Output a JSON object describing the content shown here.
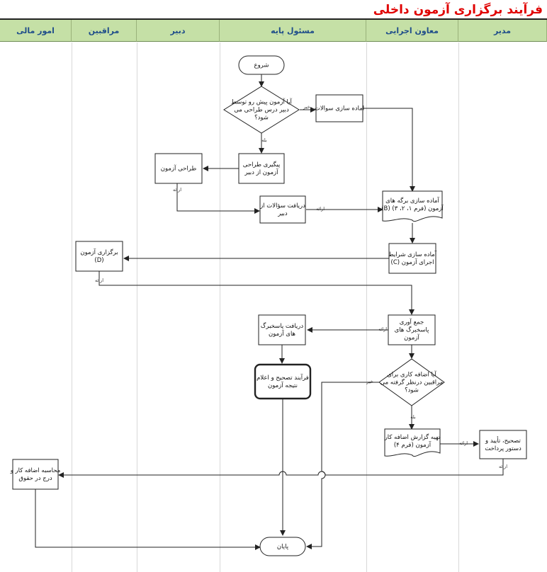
{
  "title": "فرآیند برگزاری آزمون داخلی",
  "lanes": [
    {
      "id": "finance",
      "label": "امور مالی"
    },
    {
      "id": "proctors",
      "label": "مراقبین"
    },
    {
      "id": "teacher",
      "label": "دبیر"
    },
    {
      "id": "grade",
      "label": "مسئول پایه"
    },
    {
      "id": "exec",
      "label": "معاون اجرایی"
    },
    {
      "id": "manager",
      "label": "مدیر"
    }
  ],
  "nodes": [
    {
      "id": "start",
      "shape": "terminal",
      "lines": [
        "شروع"
      ]
    },
    {
      "id": "q1",
      "shape": "decision",
      "lines": [
        "آیا آزمون پیش رو توسط",
        "دبیر درس طراحی می",
        "شود؟"
      ]
    },
    {
      "id": "prep-questions",
      "shape": "process",
      "lines": [
        "اماده سازی سوالات"
      ]
    },
    {
      "id": "follow-up",
      "shape": "process",
      "lines": [
        "پیگیری طراحی",
        "آزمون از دبیر"
      ]
    },
    {
      "id": "design",
      "shape": "process",
      "lines": [
        "طراحی آزمون"
      ]
    },
    {
      "id": "receive-questions",
      "shape": "process",
      "lines": [
        "دریافت سؤالات از",
        "دبیر"
      ]
    },
    {
      "id": "prep-sheets",
      "shape": "document",
      "lines": [
        "آماده سازی برگه های",
        "آزمون (فرم ۱، ۲، ۳) (B)"
      ]
    },
    {
      "id": "prep-conditions",
      "shape": "process",
      "lines": [
        "آماده سازی شرایط",
        "اجرای آزمون (C)"
      ]
    },
    {
      "id": "hold-exam",
      "shape": "process",
      "lines": [
        "برگزاری آزمون",
        "(D)"
      ]
    },
    {
      "id": "collect",
      "shape": "process",
      "lines": [
        "جمع آوری",
        "پاسخبرگ های",
        "آزمون"
      ]
    },
    {
      "id": "receive-answers",
      "shape": "process",
      "lines": [
        "دریافت پاسخبرگ",
        "های آزمون"
      ]
    },
    {
      "id": "grading",
      "shape": "subprocess",
      "lines": [
        "فرآیند تصحیح و اعلام",
        "نتیجه آزمون"
      ]
    },
    {
      "id": "q2",
      "shape": "decision",
      "lines": [
        "آیا اضافه کاری برای",
        "مراقبین درنظر گرفته می",
        "شود؟"
      ]
    },
    {
      "id": "overtime-report",
      "shape": "document",
      "lines": [
        "تهیه گزارش اضافه کار",
        "آزمون (فرم ۴)"
      ]
    },
    {
      "id": "approve",
      "shape": "process",
      "lines": [
        "تصحیح، تأیید و",
        "دستور پرداخت"
      ]
    },
    {
      "id": "payroll",
      "shape": "process",
      "lines": [
        "محاسبه اضافه کار و",
        "درج در حقوق"
      ]
    },
    {
      "id": "end",
      "shape": "terminal",
      "lines": [
        "پایان"
      ]
    }
  ],
  "edge_labels": [
    {
      "id": "q1-no",
      "text": "خیر"
    },
    {
      "id": "q1-yes",
      "text": "بله"
    },
    {
      "id": "design-out",
      "text": "ارائه"
    },
    {
      "id": "receive-out",
      "text": "ارائه"
    },
    {
      "id": "hold-out",
      "text": "ارائه"
    },
    {
      "id": "collect-out",
      "text": "ارائه"
    },
    {
      "id": "q2-no",
      "text": "خیر"
    },
    {
      "id": "q2-yes",
      "text": "بله"
    },
    {
      "id": "report-out",
      "text": "ارائه"
    },
    {
      "id": "approve-out",
      "text": "ارائه"
    }
  ],
  "colors": {
    "title": "#e00000",
    "lane_header_bg": "#c5e0a6",
    "lane_header_text": "#1f4d8a",
    "line": "#222222"
  }
}
